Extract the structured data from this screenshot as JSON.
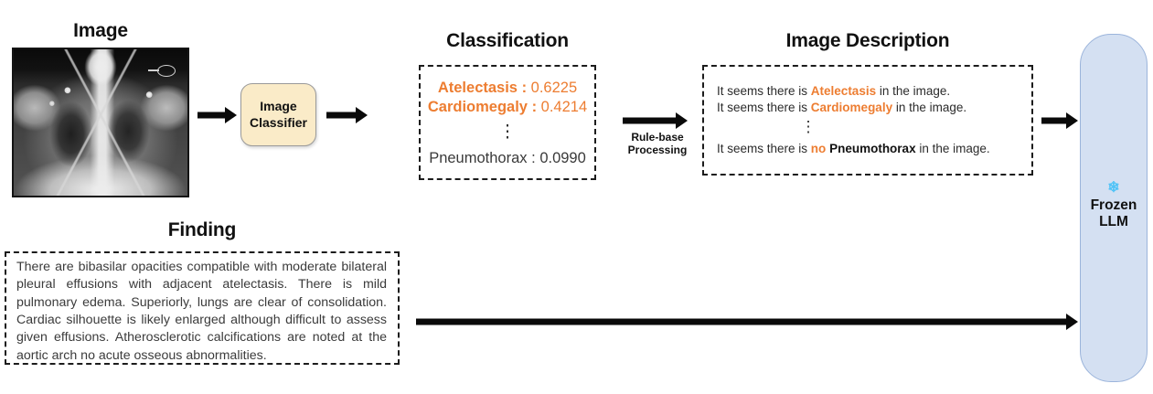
{
  "figure": {
    "sections": {
      "image_title": "Image",
      "classification_title": "Classification",
      "description_title": "Image Description",
      "finding_title": "Finding"
    },
    "colors": {
      "accent_orange": "#ED7D31",
      "classifier_fill": "#FAEBC8",
      "classifier_border": "#9A9A9A",
      "llm_fill": "#D4E0F2",
      "llm_border": "#9BB4DB",
      "snowflake_blue": "#4FC3F7",
      "text_dark": "#2B2B2B",
      "dash_border": "#1C1C1C"
    }
  },
  "classifier_node": {
    "line1": "Image",
    "line2": "Classifier"
  },
  "classification": {
    "rows": [
      {
        "label": "Atelectasis",
        "separator": ":",
        "score": "0.6225",
        "highlight": true
      },
      {
        "label": "Cardiomegaly",
        "separator": ":",
        "score": "0.4214",
        "highlight": true
      }
    ],
    "ellipsis": "⋮",
    "last_row": {
      "label": "Pneumothorax",
      "separator": ":",
      "score": "0.0990",
      "highlight": false
    }
  },
  "rule_processing": {
    "line1": "Rule-base",
    "line2": "Processing"
  },
  "description": {
    "lines": [
      {
        "prefix": "It seems there is ",
        "entity": "Atelectasis",
        "entity_style": "orange",
        "suffix": " in the image."
      },
      {
        "prefix": "It seems there is ",
        "entity": "Cardiomegaly",
        "entity_style": "orange",
        "suffix": " in the image."
      }
    ],
    "ellipsis": "⋮",
    "negative_line": {
      "prefix": "It seems there is ",
      "negation": "no",
      "entity": "Pneumothorax",
      "suffix": " in the image."
    }
  },
  "finding": {
    "text": "There are bibasilar opacities compatible with moderate bilateral pleural effusions with adjacent atelectasis. There is mild pulmonary edema. Superiorly, lungs are clear of consolidation. Cardiac silhouette is likely enlarged although difficult to assess given effusions. Atherosclerotic calcifications are noted at the aortic arch no acute osseous abnormalities."
  },
  "llm": {
    "icon": "❄",
    "line1": "Frozen",
    "line2": "LLM"
  }
}
